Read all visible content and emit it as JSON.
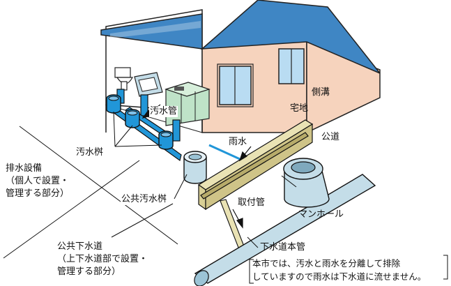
{
  "labels": {
    "sewage_pipe": "汚水管",
    "takuchi": "宅地",
    "sokko": "側溝",
    "rainwater": "雨水",
    "public_road": "公道",
    "sewage_basin": "汚水桝",
    "public_sewage_basin": "公共汚水桝",
    "toritsuke_pipe": "取付管",
    "manhole": "マンホール",
    "sewer_main": "下水道本管"
  },
  "drainage_facility": {
    "title": "排水設備",
    "line1": "（個人で設置・",
    "line2": "管理する部分）"
  },
  "public_sewer": {
    "title": "公共下水道",
    "line1": "（上下水道部で設置・",
    "line2": "管理する部分）"
  },
  "note": {
    "line1": "本市では、汚水と雨水を分離して排除",
    "line2": "していますので雨水は下水道に流せません。"
  },
  "colors": {
    "roof": "#3f86c4",
    "wall": "#f6d3bd",
    "pipe": "#2196d8",
    "gutter": "#e9e2b4",
    "concrete": "#c4dde8"
  }
}
